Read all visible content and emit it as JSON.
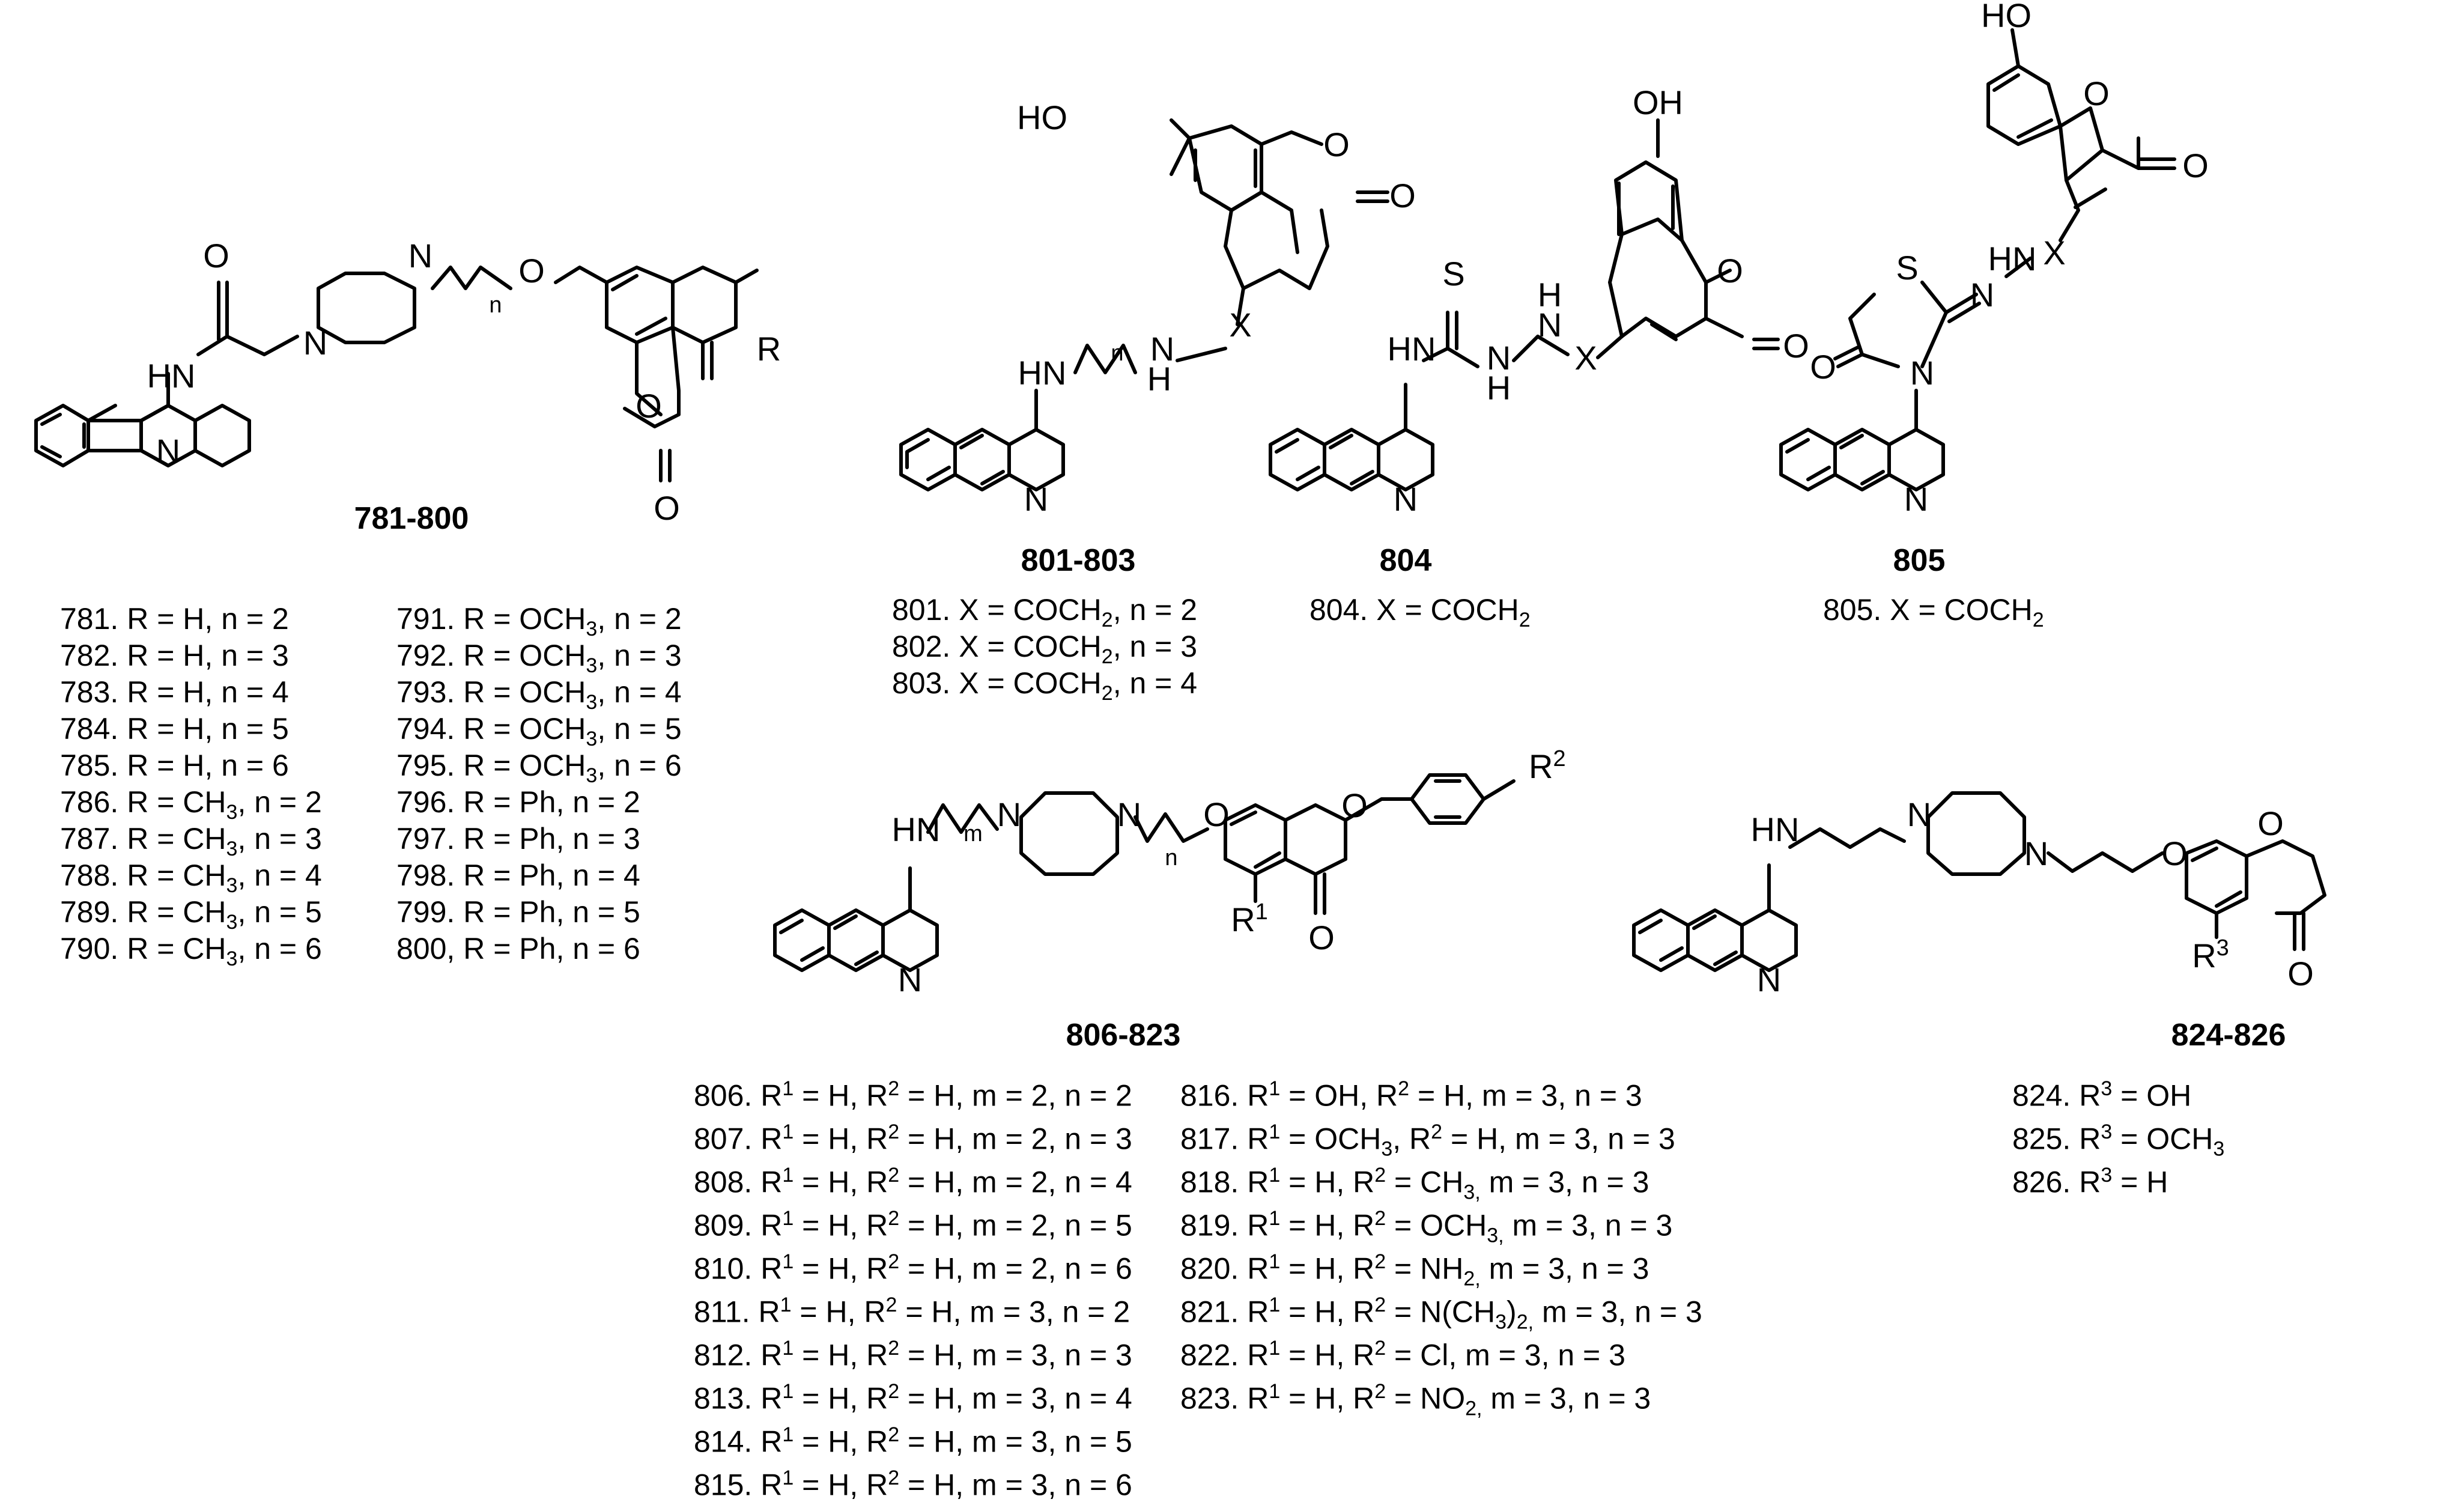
{
  "labels": {
    "g781": "781-800",
    "g801": "801-803",
    "g804": "804",
    "g805": "805",
    "g806": "806-823",
    "g824": "824-826"
  },
  "atoms": {
    "O": "O",
    "N": "N",
    "HN": "HN",
    "H": "H",
    "HO": "HO",
    "OH": "OH",
    "S": "S",
    "X": "X",
    "R": "R",
    "n": "n",
    "m": "m",
    "R1": "R",
    "sup1": "1",
    "R2": "R",
    "sup2": "2",
    "R3": "R",
    "sup3": "3"
  },
  "series_781": [
    {
      "pre": "781. R = H, n = 2"
    },
    {
      "pre": "782. R = H, n = 3"
    },
    {
      "pre": "783. R = H, n = 4"
    },
    {
      "pre": "784. R = H, n = 5"
    },
    {
      "pre": "785. R = H, n = 6"
    },
    {
      "pre": "786. R = CH",
      "sub": "3",
      "post": ", n = 2"
    },
    {
      "pre": "787. R = CH",
      "sub": "3",
      "post": ", n = 3"
    },
    {
      "pre": "788. R = CH",
      "sub": "3",
      "post": ", n = 4"
    },
    {
      "pre": "789. R = CH",
      "sub": "3",
      "post": ", n = 5"
    },
    {
      "pre": "790. R = CH",
      "sub": "3",
      "post": ", n = 6"
    },
    {
      "pre": "791. R = OCH",
      "sub": "3",
      "post": ", n = 2"
    },
    {
      "pre": "792. R = OCH",
      "sub": "3",
      "post": ", n = 3"
    },
    {
      "pre": "793. R = OCH",
      "sub": "3",
      "post": ", n = 4"
    },
    {
      "pre": "794. R = OCH",
      "sub": "3",
      "post": ", n = 5"
    },
    {
      "pre": "795. R = OCH",
      "sub": "3",
      "post": ", n = 6"
    },
    {
      "pre": "796. R = Ph, n = 2"
    },
    {
      "pre": "797. R = Ph, n = 3"
    },
    {
      "pre": "798. R = Ph, n = 4"
    },
    {
      "pre": "799. R = Ph, n = 5"
    },
    {
      "pre": "800, R = Ph, n = 6"
    }
  ],
  "series_801": [
    {
      "pre": "801. X = COCH",
      "sub": "2",
      "post": ", n = 2"
    },
    {
      "pre": "802. X = COCH",
      "sub": "2",
      "post": ", n = 3"
    },
    {
      "pre": "803. X = COCH",
      "sub": "2",
      "post": ", n = 4"
    }
  ],
  "series_804": [
    {
      "pre": "804. X = COCH",
      "sub": "2",
      "post": ""
    }
  ],
  "series_805": [
    {
      "pre": "805. X = COCH",
      "sub": "2",
      "post": ""
    }
  ],
  "series_806": [
    {
      "p1": "806. R",
      "s1": "1",
      "p2": " = H, R",
      "s2": "2",
      "p3": " = H, m = 2, n = 2"
    },
    {
      "p1": "807. R",
      "s1": "1",
      "p2": " = H, R",
      "s2": "2",
      "p3": " = H, m = 2, n = 3"
    },
    {
      "p1": "808. R",
      "s1": "1",
      "p2": " = H, R",
      "s2": "2",
      "p3": " = H, m = 2, n = 4"
    },
    {
      "p1": "809. R",
      "s1": "1",
      "p2": " = H, R",
      "s2": "2",
      "p3": " = H, m = 2, n = 5"
    },
    {
      "p1": "810. R",
      "s1": "1",
      "p2": " = H, R",
      "s2": "2",
      "p3": " = H, m = 2, n = 6"
    },
    {
      "p1": "811. R",
      "s1": "1",
      "p2": " = H, R",
      "s2": "2",
      "p3": " = H, m = 3, n = 2"
    },
    {
      "p1": "812. R",
      "s1": "1",
      "p2": " = H, R",
      "s2": "2",
      "p3": " = H, m = 3, n = 3"
    },
    {
      "p1": "813. R",
      "s1": "1",
      "p2": " = H, R",
      "s2": "2",
      "p3": " = H, m = 3, n = 4"
    },
    {
      "p1": "814. R",
      "s1": "1",
      "p2": " = H, R",
      "s2": "2",
      "p3": " = H, m = 3, n = 5"
    },
    {
      "p1": "815. R",
      "s1": "1",
      "p2": " = H, R",
      "s2": "2",
      "p3": " = H, m = 3, n = 6"
    },
    {
      "p1": "816. R",
      "s1": "1",
      "p2": " = OH, R",
      "s2": "2",
      "p3": " = H, m = 3, n = 3"
    },
    {
      "p1": "817. R",
      "s1": "1",
      "p2": " = OCH",
      "sb": "3",
      "p2b": ", R",
      "s2": "2",
      "p3": " = H, m = 3, n = 3"
    },
    {
      "p1": "818. R",
      "s1": "1",
      "p2": " = H, R",
      "s2": "2",
      "p3": " = CH",
      "sb3": "3,",
      "p4": " m = 3, n = 3"
    },
    {
      "p1": "819. R",
      "s1": "1",
      "p2": " = H, R",
      "s2": "2",
      "p3": " = OCH",
      "sb3": "3,",
      "p4": " m = 3, n = 3"
    },
    {
      "p1": "820. R",
      "s1": "1",
      "p2": " = H, R",
      "s2": "2",
      "p3": " = NH",
      "sb3": "2,",
      "p4": " m = 3, n = 3"
    },
    {
      "p1": "821. R",
      "s1": "1",
      "p2": " = H, R",
      "s2": "2",
      "p3": " = N(CH",
      "sb3": "3",
      "p3b": ")",
      "sb4": "2,",
      "p4": " m = 3, n = 3"
    },
    {
      "p1": "822. R",
      "s1": "1",
      "p2": " = H, R",
      "s2": "2",
      "p3": " = Cl, m = 3, n = 3"
    },
    {
      "p1": "823. R",
      "s1": "1",
      "p2": " = H, R",
      "s2": "2",
      "p3": " = NO",
      "sb3": "2,",
      "p4": " m = 3, n = 3"
    }
  ],
  "series_824": [
    {
      "p1": "824. R",
      "s1": "3",
      "p2": " = OH"
    },
    {
      "p1": "825. R",
      "s1": "3",
      "p2": " = OCH",
      "sb": "3"
    },
    {
      "p1": "826. R",
      "s1": "3",
      "p2": " = H"
    }
  ]
}
